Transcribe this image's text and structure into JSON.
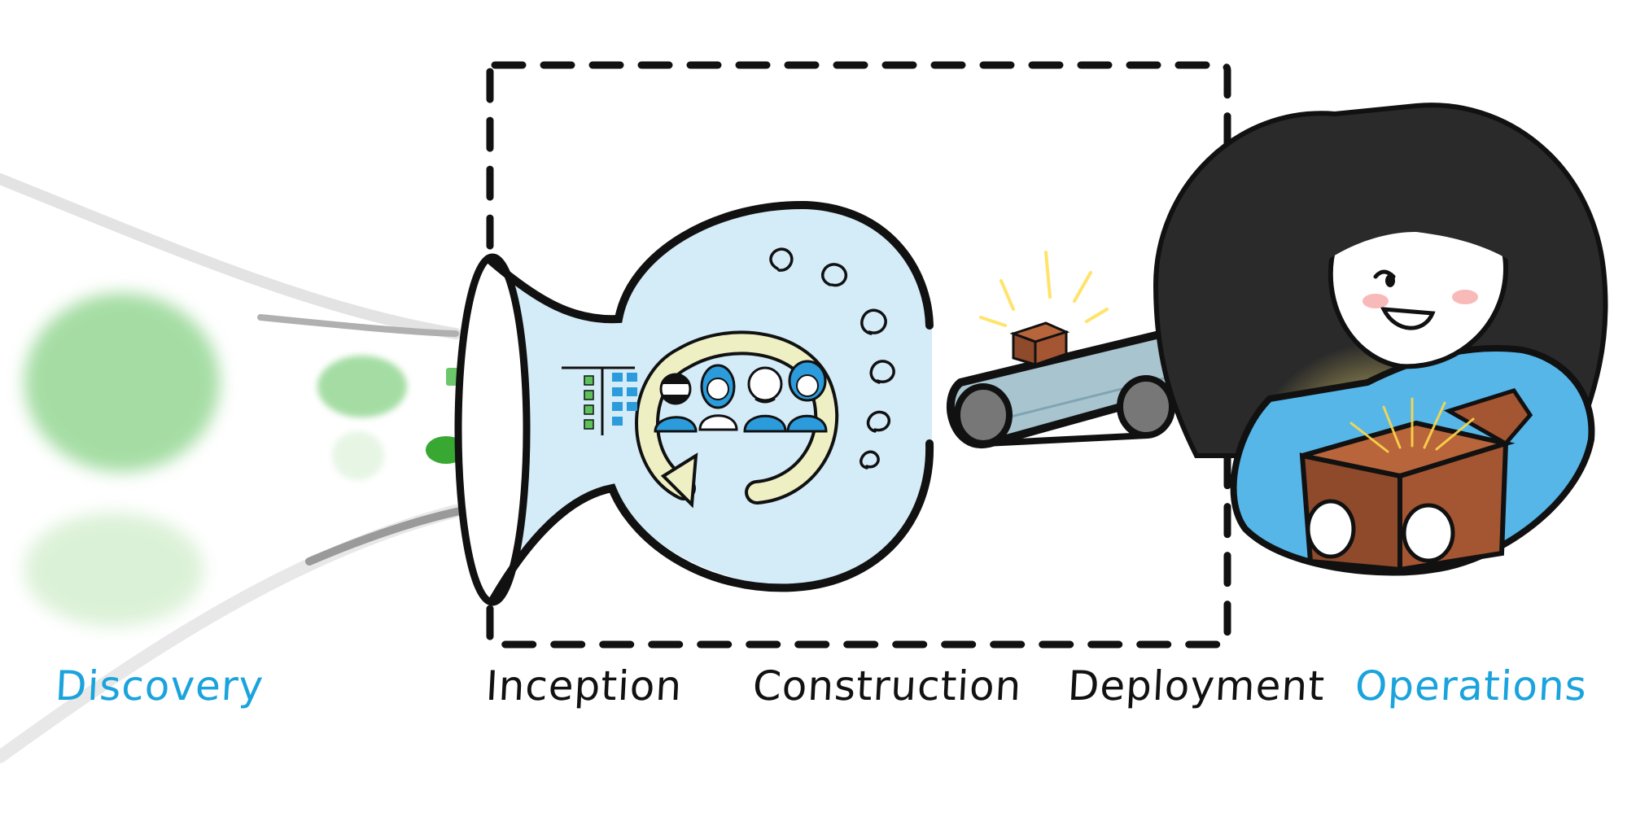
{
  "phases": [
    {
      "label": "Discovery"
    },
    {
      "label": "Inception"
    },
    {
      "label": "Construction"
    },
    {
      "label": "Deployment"
    },
    {
      "label": "Operations"
    }
  ],
  "colors": {
    "label_blue": "#1aa3dc",
    "label_black": "#111111",
    "cloud_green": "#5cc15a",
    "flask_fill": "#cfe9f7",
    "cycle_arrow": "#eef0c4",
    "person_blue": "#2b9bdb",
    "box_brown": "#8e4a2a",
    "conveyor_belt": "#a8c4cf",
    "hair_dark": "#2a2a2a",
    "sweater_blue": "#56b6e8"
  },
  "icons": [
    "green-cloud-icon",
    "flask-icon",
    "iteration-cycle-icon",
    "team-people-icon",
    "task-board-icon",
    "conveyor-belt-icon",
    "package-box-icon",
    "happy-user-icon"
  ]
}
